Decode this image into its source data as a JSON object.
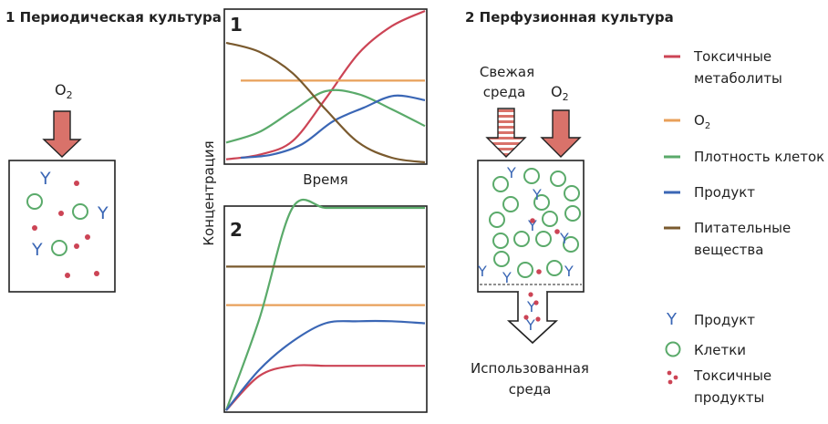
{
  "section1": {
    "title": "1 Периодическая культура"
  },
  "section2": {
    "title": "2 Перфузионная культура"
  },
  "o2": {
    "base": "O",
    "sub": "2"
  },
  "chart_labels": {
    "panel1": "1",
    "panel2": "2",
    "y_axis": "Концентрация",
    "x_axis": "Время"
  },
  "perfusion": {
    "fresh_line1": "Свежая",
    "fresh_line2": "среда",
    "used_line1": "Использованная",
    "used_line2": "среда"
  },
  "legend": {
    "toxic_metabolites": [
      "Токсичные",
      "метаболиты"
    ],
    "o2": "O",
    "o2_sub": "2",
    "cell_density": "Плотность клеток",
    "product": "Продукт",
    "nutrients": [
      "Питательные",
      "вещества"
    ]
  },
  "symbol_legend": {
    "product": "Продукт",
    "cells": "Клетки",
    "toxic": [
      "Токсичные",
      "продукты"
    ]
  },
  "colors": {
    "toxic": "#cc4455",
    "o2": "#e8a05a",
    "cells": "#5aaa6a",
    "product": "#3a66b5",
    "nutrients": "#7a5a2e",
    "arrow": "#d9726a"
  },
  "chart_data": [
    {
      "type": "line",
      "x": [
        0,
        1,
        2,
        3,
        4,
        5,
        6
      ],
      "series": [
        {
          "name": "Токсичные метаболиты",
          "values": [
            2,
            5,
            14,
            42,
            72,
            90,
            100
          ]
        },
        {
          "name": "O2",
          "values": [
            54,
            54,
            54,
            54,
            54,
            54,
            54
          ]
        },
        {
          "name": "Плотность клеток",
          "values": [
            13,
            20,
            34,
            47,
            45,
            35,
            24
          ]
        },
        {
          "name": "Продукт",
          "values": [
            3,
            5,
            12,
            27,
            36,
            44,
            41
          ]
        },
        {
          "name": "Питательные вещества",
          "values": [
            79,
            73,
            59,
            35,
            13,
            3,
            0
          ]
        }
      ]
    },
    {
      "type": "line",
      "x": [
        0,
        1,
        2,
        3,
        4,
        5,
        6
      ],
      "series": [
        {
          "name": "Токсичные метаболиты",
          "values": [
            0,
            17,
            22,
            22,
            22,
            22,
            22
          ]
        },
        {
          "name": "O2",
          "values": [
            52,
            52,
            52,
            52,
            52,
            52,
            52
          ]
        },
        {
          "name": "Плотность клеток",
          "values": [
            0,
            45,
            100,
            100,
            100,
            100,
            100
          ]
        },
        {
          "name": "Продукт",
          "values": [
            0,
            20,
            34,
            43,
            44,
            44,
            43
          ]
        },
        {
          "name": "Питательные вещества",
          "values": [
            71,
            71,
            71,
            71,
            71,
            71,
            71
          ]
        }
      ]
    }
  ]
}
